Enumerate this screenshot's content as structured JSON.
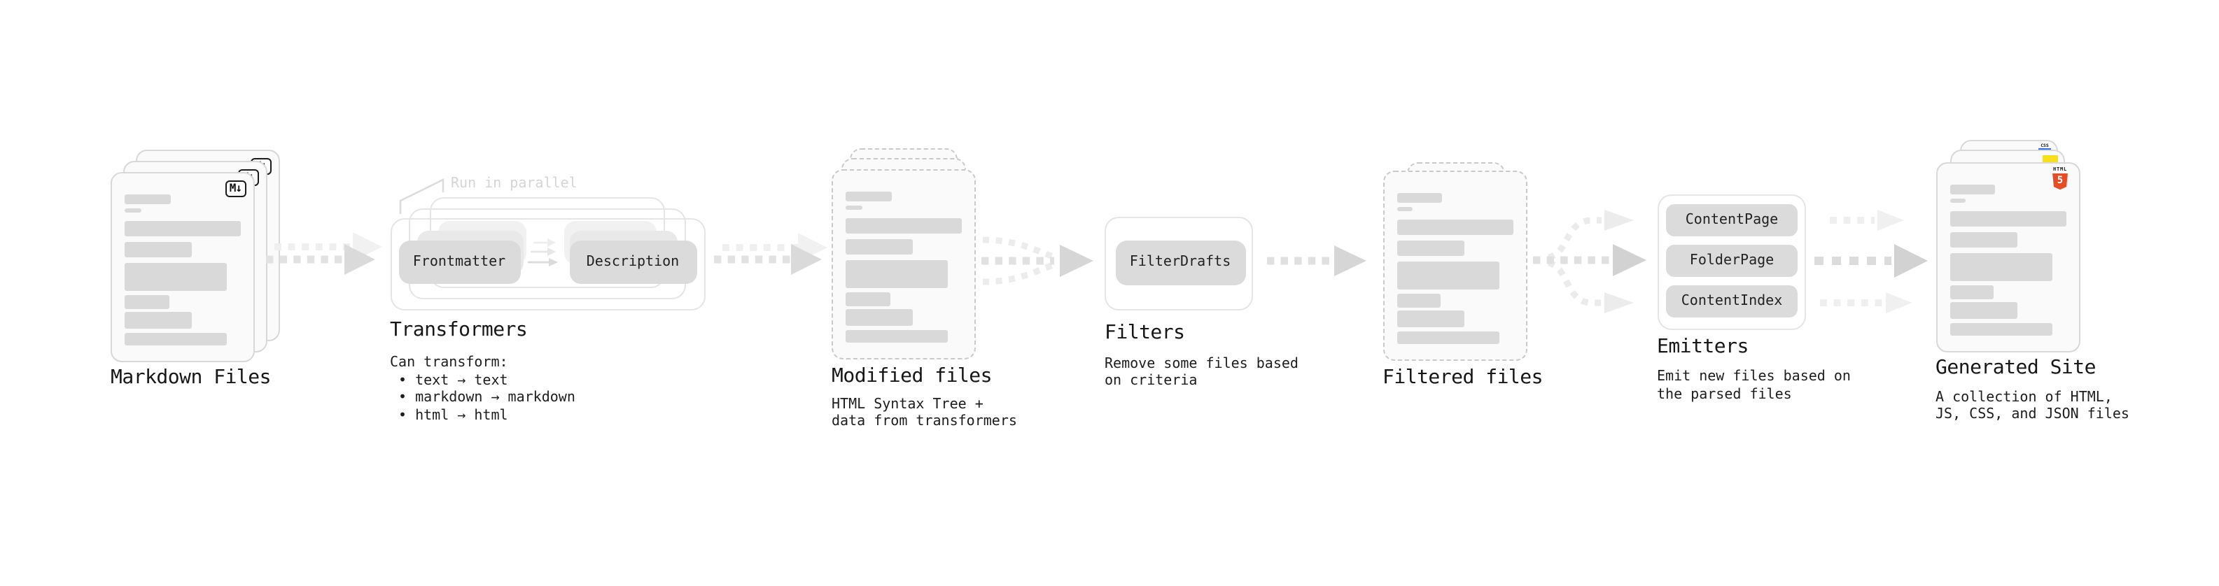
{
  "markdown": {
    "label": "Markdown Files"
  },
  "transformers": {
    "label": "Transformers",
    "annotation": "Run in parallel",
    "pill_frontmatter": "Frontmatter",
    "pill_description": "Description",
    "caption": "Can transform:",
    "bullets": [
      "• text → text",
      "• markdown → markdown",
      "• html → html"
    ]
  },
  "modified": {
    "label": "Modified files",
    "caption_line1": "HTML Syntax Tree +",
    "caption_line2": "data from transformers"
  },
  "filters": {
    "label": "Filters",
    "pill": "FilterDrafts",
    "caption_line1": "Remove some files based",
    "caption_line2": "on criteria"
  },
  "filtered": {
    "label": "Filtered files"
  },
  "emitters": {
    "label": "Emitters",
    "pills": [
      "ContentPage",
      "FolderPage",
      "ContentIndex"
    ],
    "caption_line1": "Emit new files based on",
    "caption_line2": "the parsed files"
  },
  "generated": {
    "label": "Generated Site",
    "caption_line1": "A collection of HTML,",
    "caption_line2": "JS, CSS, and JSON files"
  },
  "icons": {
    "markdown_glyph": "M↓",
    "html5_word": "HTML",
    "html5_numeral": "5",
    "css_word": "CSS"
  },
  "colors": {
    "doc_bar": "#d9d9d9",
    "pill_bg": "#dbdbdb",
    "arrow": "#e0e0e0",
    "arrow_light": "#eeeeee",
    "annotation_text": "#d5d5d5",
    "html5_orange": "#e44d26",
    "js_yellow": "#f7df1e",
    "css_blue": "#2b6fe8"
  }
}
